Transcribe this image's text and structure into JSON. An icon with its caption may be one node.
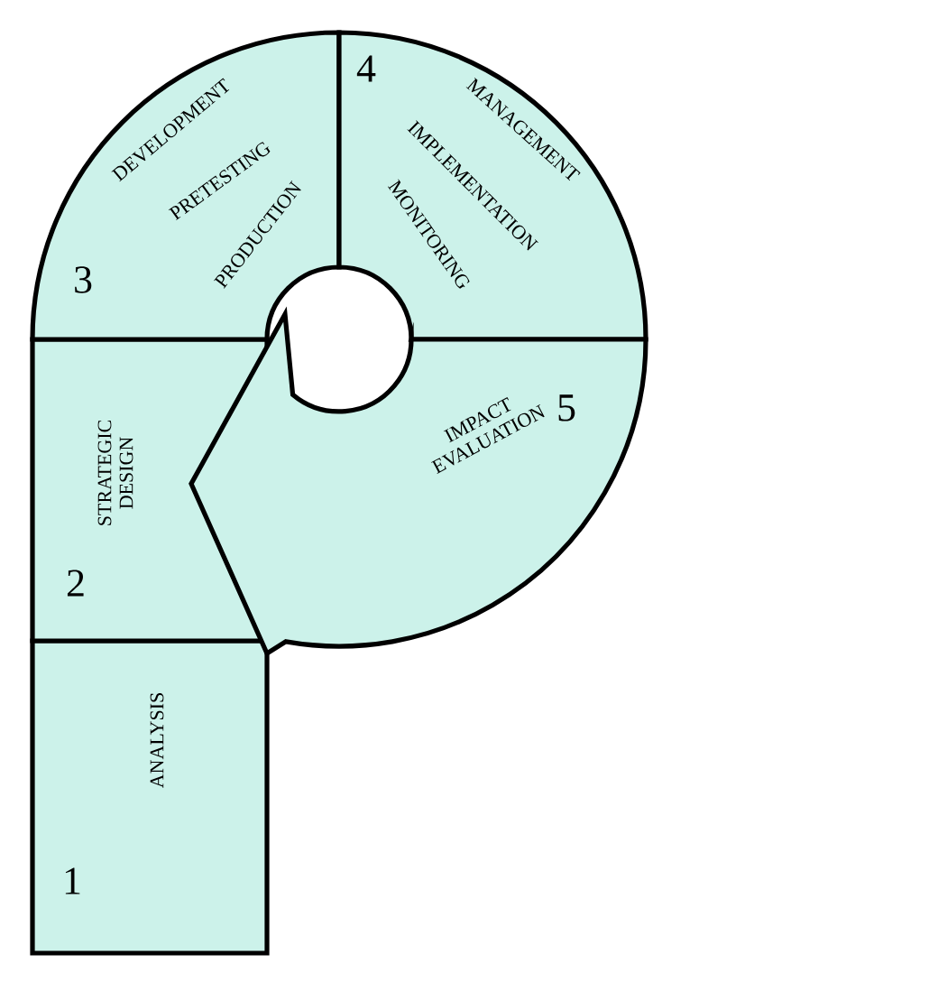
{
  "diagram": {
    "nodes": [
      {
        "text": [
          "1",
          "ANALYSIS"
        ]
      },
      {
        "text": [
          "2",
          "STRATEGIC DESIGN"
        ]
      },
      {
        "text": [
          "3",
          "DEVELOPMENT",
          "PRETESTING",
          "PRODUCTION"
        ]
      },
      {
        "text": [
          "4",
          "MANAGEMENT",
          "IMPLEMENTATION",
          "MONITORING"
        ]
      },
      {
        "text": [
          "5",
          "IMPACT EVALUATION"
        ]
      }
    ]
  }
}
